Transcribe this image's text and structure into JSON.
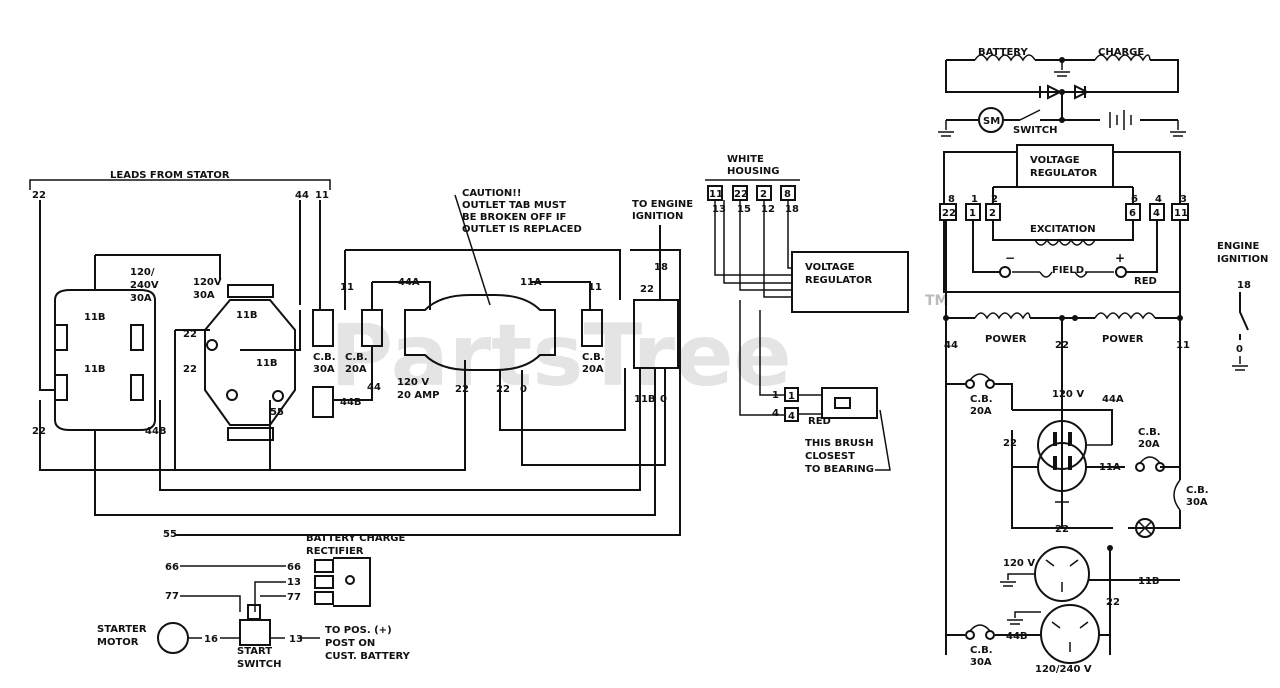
{
  "watermark": {
    "text": "PartsTree",
    "tm": "TM"
  },
  "left": {
    "leads_from_stator": "LEADS FROM STATOR",
    "outlet_30a_label": [
      "120/",
      "240V",
      "30A"
    ],
    "outlet_120v30a_label": [
      "120V",
      "30A"
    ],
    "caution": [
      "CAUTION!!",
      "OUTLET TAB MUST",
      "BE BROKEN OFF IF",
      "OUTLET IS REPLACED"
    ],
    "to_engine_ignition": [
      "TO ENGINE",
      "IGNITION"
    ],
    "white_housing": [
      "WHITE",
      "HOUSING"
    ],
    "voltage_regulator": [
      "VOLTAGE",
      "REGULATOR"
    ],
    "outlet_120v20a": [
      "120 V",
      "20 AMP"
    ],
    "cb_30a": [
      "C.B.",
      "30A"
    ],
    "cb_20a_a": [
      "C.B.",
      "20A"
    ],
    "cb_20a_b": [
      "C.B.",
      "20A"
    ],
    "brush_note": [
      "THIS BRUSH",
      "CLOSEST",
      "TO BEARING"
    ],
    "red": "RED",
    "battery_charge_rectifier": [
      "BATTERY CHARGE",
      "RECTIFIER"
    ],
    "starter_motor": [
      "STARTER",
      "MOTOR"
    ],
    "start_switch": [
      "START",
      "SWITCH"
    ],
    "to_pos_post": [
      "TO POS. (+)",
      "POST ON",
      "CUST. BATTERY"
    ],
    "wire_numbers": {
      "w22": "22",
      "w44": "44",
      "w11": "11",
      "w11b": "11B",
      "w44b": "44B",
      "w55": "55",
      "w44a": "44A",
      "w11a": "11A",
      "w0": "0",
      "w18": "18",
      "w66": "66",
      "w77": "77",
      "w13": "13",
      "w16": "16"
    },
    "housing_terminals": [
      "11",
      "22",
      "2",
      "8"
    ],
    "housing_numbers": [
      "13",
      "15",
      "12",
      "18"
    ],
    "brush_terminals": [
      "1",
      "4"
    ]
  },
  "right": {
    "battery": "BATTERY",
    "charge": "CHARGE",
    "sm": "SM",
    "switch": "SWITCH",
    "voltage_regulator": [
      "VOLTAGE",
      "REGULATOR"
    ],
    "excitation": "EXCITATION",
    "field": "FIELD",
    "red": "RED",
    "power_a": "POWER",
    "power_b": "POWER",
    "engine_ignition": [
      "ENGINE",
      "IGNITION"
    ],
    "terminals": [
      "22",
      "1",
      "2",
      "6",
      "4",
      "11"
    ],
    "terminal_top_numbers": [
      "8",
      "1",
      "2",
      "6",
      "4",
      "3"
    ],
    "wire_labels": {
      "w44": "44",
      "w22": "22",
      "w11": "11",
      "w44a": "44A",
      "w11a": "11A",
      "w11b": "11B",
      "w44b": "44B",
      "w18": "18",
      "w0": "0"
    },
    "cb_20a_left": [
      "C.B.",
      "20A"
    ],
    "cb_20a_right": [
      "C.B.",
      "20A"
    ],
    "cb_30a_right": [
      "C.B.",
      "30A"
    ],
    "cb_30a_bottom": [
      "C.B.",
      "30A"
    ],
    "outlet_120v_top": "120 V",
    "outlet_120v_mid": "120 V",
    "outlet_120_240v": "120/240 V"
  }
}
